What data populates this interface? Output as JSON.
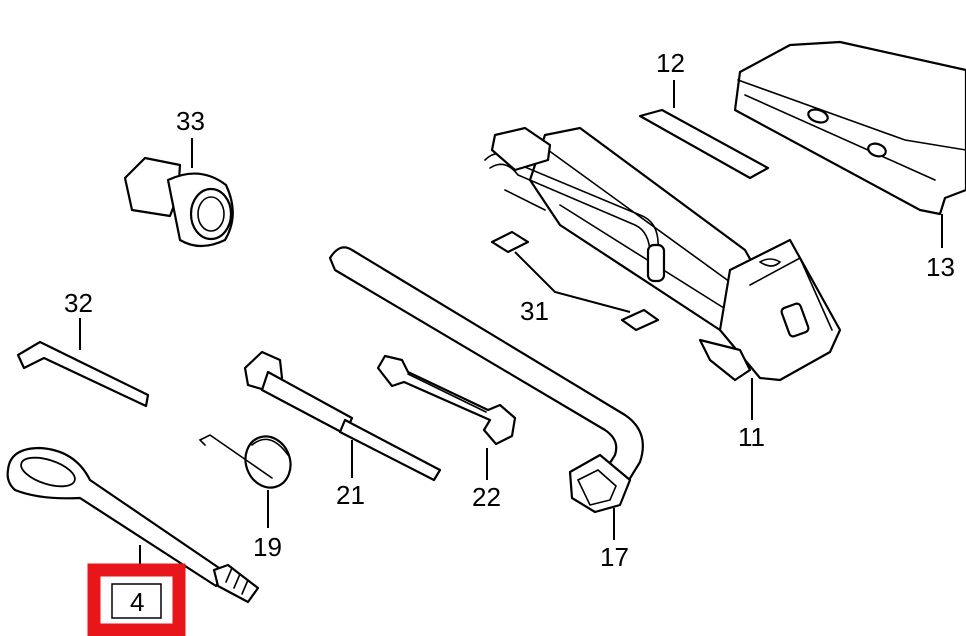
{
  "parts": [
    {
      "key": "p33",
      "number": "33"
    },
    {
      "key": "p32",
      "number": "32"
    },
    {
      "key": "p4",
      "number": "4"
    },
    {
      "key": "p19",
      "number": "19"
    },
    {
      "key": "p21",
      "number": "21"
    },
    {
      "key": "p22",
      "number": "22"
    },
    {
      "key": "p17",
      "number": "17"
    },
    {
      "key": "p31",
      "number": "31"
    },
    {
      "key": "p11",
      "number": "11"
    },
    {
      "key": "p12",
      "number": "12"
    },
    {
      "key": "p13",
      "number": "13"
    }
  ],
  "highlight": {
    "part": "4",
    "color": "#e8151b"
  }
}
